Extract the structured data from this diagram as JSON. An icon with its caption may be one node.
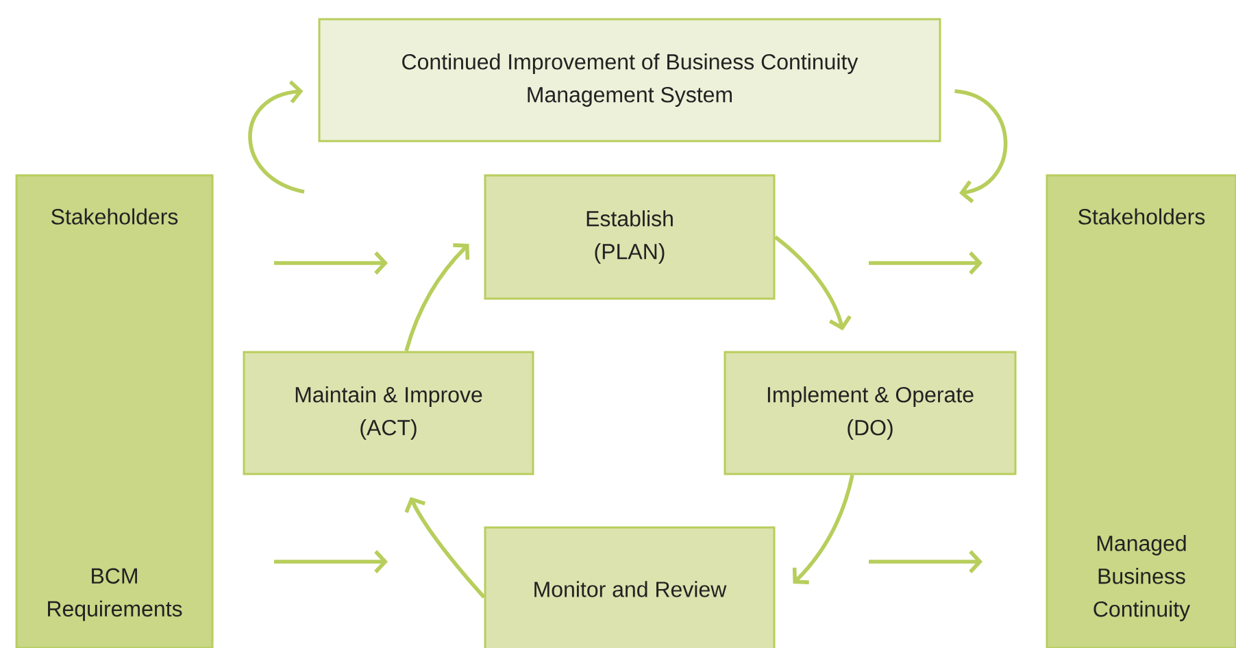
{
  "diagram": {
    "nodes": [
      {
        "text": [
          "Stakeholders",
          "BCM Requirements"
        ]
      },
      {
        "text": [
          "Continued Improvement of Business Continuity Management System"
        ]
      },
      {
        "text": [
          "Establish (PLAN)"
        ]
      },
      {
        "text": [
          "Maintain & Improve (ACT)"
        ]
      },
      {
        "text": [
          "Implement & Operate (DO)"
        ]
      },
      {
        "text": [
          "Monitor and Review"
        ]
      },
      {
        "text": [
          "Stakeholders",
          "Managed Business Continuity"
        ]
      }
    ],
    "edges": [
      {
        "from": null,
        "to": 1,
        "arrow": "to"
      },
      {
        "from": 1,
        "to": null,
        "arrow": "to"
      },
      {
        "from": 2,
        "to": 4,
        "arrow": "to"
      },
      {
        "from": 4,
        "to": 5,
        "arrow": "to"
      },
      {
        "from": 5,
        "to": 3,
        "arrow": "to"
      },
      {
        "from": 3,
        "to": 2,
        "arrow": "to"
      }
    ]
  }
}
